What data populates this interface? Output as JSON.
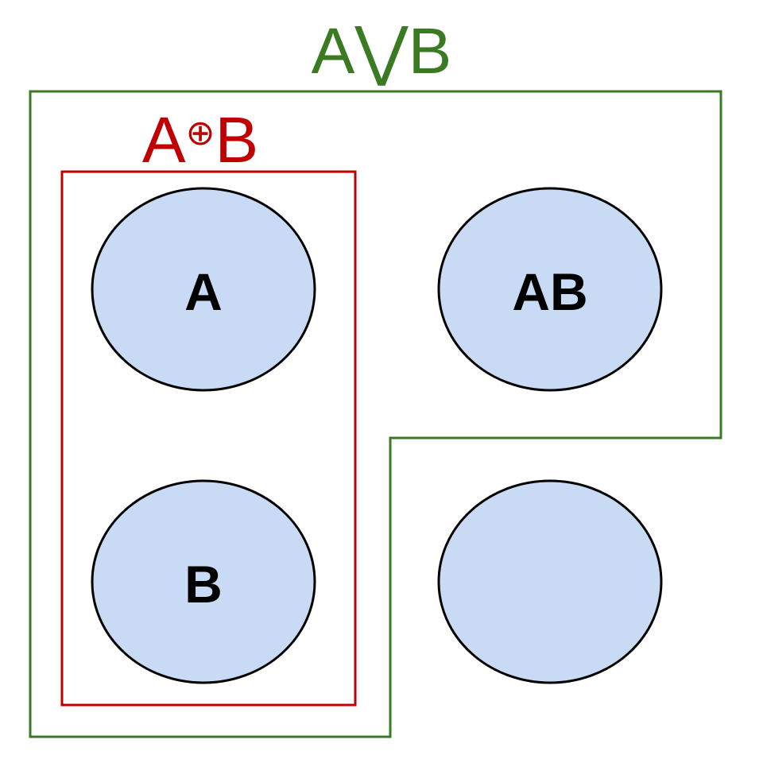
{
  "colors": {
    "or_region": "#3a7a23",
    "xor_region": "#c00000",
    "circle_fill": "#c9daf5",
    "circle_stroke": "#000000",
    "text": "#000000"
  },
  "regions": {
    "or": {
      "label": "A⋁B"
    },
    "xor": {
      "label_a": "A",
      "label_op": "⊕",
      "label_b": "B"
    }
  },
  "circles": [
    {
      "id": "a",
      "label": "A"
    },
    {
      "id": "ab",
      "label": "AB"
    },
    {
      "id": "b",
      "label": "B"
    },
    {
      "id": "none",
      "label": ""
    }
  ]
}
